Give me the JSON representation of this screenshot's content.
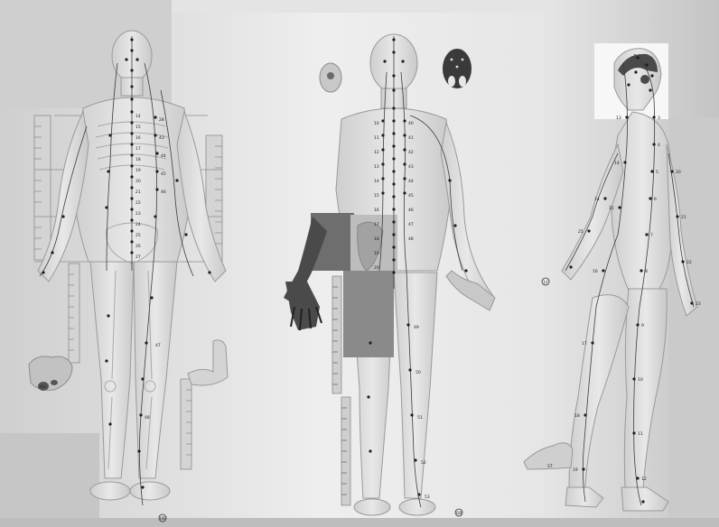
{
  "image": {
    "labels_front": [
      "14",
      "15",
      "16",
      "17",
      "18",
      "19",
      "20",
      "21",
      "22",
      "23",
      "24",
      "25",
      "26",
      "27",
      "28",
      "43",
      "44",
      "45",
      "46",
      "47",
      "48"
    ],
    "labels_back": [
      "10",
      "11",
      "12",
      "13",
      "14",
      "15",
      "16",
      "17",
      "18",
      "19",
      "20",
      "40",
      "41",
      "42",
      "43",
      "44",
      "45",
      "46",
      "47",
      "48",
      "49",
      "50",
      "51",
      "52",
      "53"
    ],
    "labels_side": [
      "3",
      "4",
      "5",
      "6",
      "7",
      "8",
      "9",
      "10",
      "11",
      "12",
      "13",
      "14",
      "15",
      "16",
      "17",
      "18",
      "19",
      "20",
      "21",
      "22",
      "23",
      "24",
      "25"
    ],
    "label_ear": "HV",
    "label_foot": "ST",
    "circle_front": "UB",
    "circle_back": "GB",
    "circle_side": "LI"
  }
}
